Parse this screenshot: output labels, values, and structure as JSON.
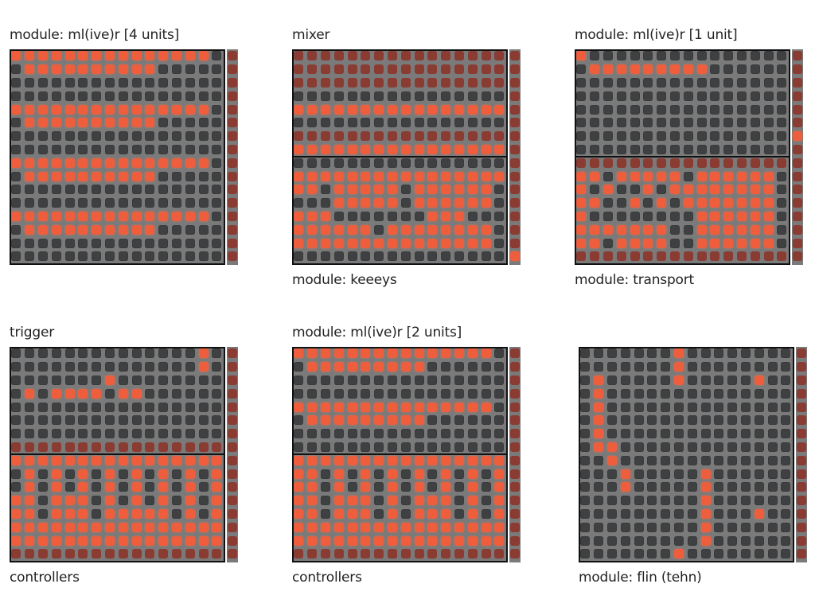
{
  "panels": [
    {
      "id": "p1",
      "top_label": "module: ml(ive)r [4 units]",
      "bottom_label": "",
      "rows": [
        "2222222222222220",
        "0222222222200000",
        "0000000000000000",
        "0000000000000000",
        "2222222222222220",
        "0222222222200000",
        "0000000000000000",
        "0000000000000000",
        "2222222222222220",
        "0222222222200000",
        "0000000000000000",
        "0000000000000000",
        "2222222222222220",
        "0222222222200000",
        "0000000000000000",
        "0000000000000000"
      ],
      "strip": "1111111111111111"
    },
    {
      "id": "p2",
      "top_label": "mixer",
      "bottom_label": "module: keeeys",
      "rows": [
        "1111111111111111",
        "1111111111111111",
        "1111111111111111",
        "0000000000000000",
        "2222222222222222",
        "0000000000000000",
        "1111111111111111",
        "2222222222222222",
        "0000000000000000",
        "2222222222222222",
        "2202222202222220",
        "0002222202222220",
        "2220000000222000",
        "2222220222222220",
        "2222222222222220",
        "0000000000000000"
      ],
      "strip": "1111111111111112"
    },
    {
      "id": "p3",
      "top_label": "module: ml(ive)r [1 unit]",
      "bottom_label": "module: transport",
      "rows": [
        "2000000000000000",
        "0222222222000000",
        "0000000000000000",
        "0000000000000000",
        "0000000000000000",
        "0000000000000000",
        "0000000000000000",
        "0000000000000000",
        "1111111111111111",
        "2202222202222220",
        "2020020222222220",
        "2200202022222220",
        "2000000002222220",
        "2222222002222220",
        "2202222002222220",
        "1111111111111111"
      ],
      "strip": "1111112111111111"
    },
    {
      "id": "p4",
      "top_label": "trigger",
      "bottom_label": "controllers",
      "rows": [
        "0000000000000020",
        "0000000000000020",
        "0000000200000000",
        "0202222022000000",
        "0000000000000000",
        "0000000000000000",
        "0000000000000000",
        "1111111111111111",
        "2222222222222222",
        "0202020202020202",
        "0202020202020202",
        "2202220202020202",
        "2202220222220202",
        "2222222222222222",
        "2222222222222222",
        "1111111111111111"
      ],
      "strip": "1111111111111111"
    },
    {
      "id": "p5",
      "top_label": "module: ml(ive)r [2 units]",
      "bottom_label": "controllers",
      "rows": [
        "2222222222222220",
        "0222222222000000",
        "0000000000000000",
        "0000000000000000",
        "2222222222222220",
        "0222222222000000",
        "0000000000000000",
        "0000000000000000",
        "2222222222222222",
        "2202020202020202",
        "2202020202020202",
        "2202220202220202",
        "2202220202220202",
        "2222222222222222",
        "2222222222222222",
        "1111111111111111"
      ],
      "strip": "1111111111111111"
    },
    {
      "id": "p6",
      "top_label": "",
      "bottom_label": "module: flin (tehn)",
      "rows": [
        "0000000200000000",
        "0000000200000000",
        "0200000200000200",
        "0200000000000000",
        "0200000000000000",
        "0200000000000000",
        "0200000000000000",
        "0220000000000000",
        "0020000000000000",
        "0002000002000000",
        "0002000002000000",
        "0000000002000000",
        "0000000002000200",
        "0000000002000000",
        "0000000002000000",
        "0000000200000000"
      ],
      "strip": "1111111111111111"
    }
  ],
  "colors": {
    "off": "#3f4042",
    "dim": "#8a3b32",
    "lit": "#ee5d3c",
    "frame": "#111111",
    "background": "#ffffff"
  }
}
